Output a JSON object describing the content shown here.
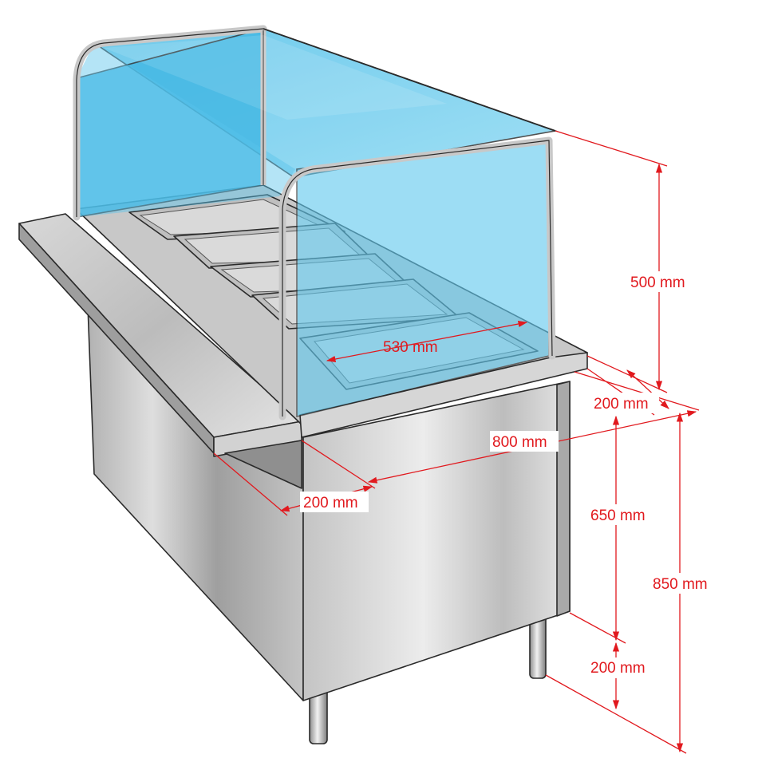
{
  "title": "",
  "colors": {
    "dimension": "#e1191e",
    "glass": "#5fc6ec",
    "steel": "#c9c9c9",
    "outline": "#2a2a2a"
  },
  "dimensions": {
    "pan_length": "530 mm",
    "glass_height": "500 mm",
    "rear_shelf_depth": "200 mm",
    "cabinet_depth": "800 mm",
    "front_shelf_depth": "200 mm",
    "cabinet_height": "650 mm",
    "total_height": "850 mm",
    "leg_height": "200 mm"
  }
}
